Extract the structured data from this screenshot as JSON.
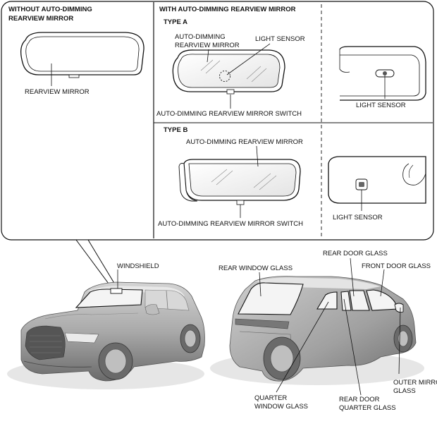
{
  "panel": {
    "without": {
      "line1": "WITHOUT AUTO-DIMMING",
      "line2": "REARVIEW MIRROR",
      "mirror_label": "REARVIEW MIRROR"
    },
    "with": {
      "title": "WITH AUTO-DIMMING REARVIEW MIRROR",
      "type_a": {
        "title": "TYPE A",
        "mirror_line1": "AUTO-DIMMING",
        "mirror_line2": "REARVIEW MIRROR",
        "light_sensor": "LIGHT SENSOR",
        "switch": "AUTO-DIMMING  REARVIEW MIRROR SWITCH",
        "rear_light_sensor": "LIGHT SENSOR"
      },
      "type_b": {
        "title": "TYPE B",
        "mirror": "AUTO-DIMMING  REARVIEW MIRROR",
        "switch": "AUTO-DIMMING  REARVIEW MIRROR SWITCH",
        "rear_light_sensor": "LIGHT SENSOR"
      }
    }
  },
  "front_car": {
    "windshield": "WINDSHIELD"
  },
  "rear_car": {
    "rear_window": "REAR WINDOW GLASS",
    "rear_door": "REAR DOOR GLASS",
    "front_door": "FRONT DOOR GLASS",
    "outer_mirror_line1": "OUTER MIRROR",
    "outer_mirror_line2": "GLASS",
    "quarter_line1": "QUARTER",
    "quarter_line2": "WINDOW GLASS",
    "rdq_line1": "REAR DOOR",
    "rdq_line2": "QUARTER GLASS"
  }
}
